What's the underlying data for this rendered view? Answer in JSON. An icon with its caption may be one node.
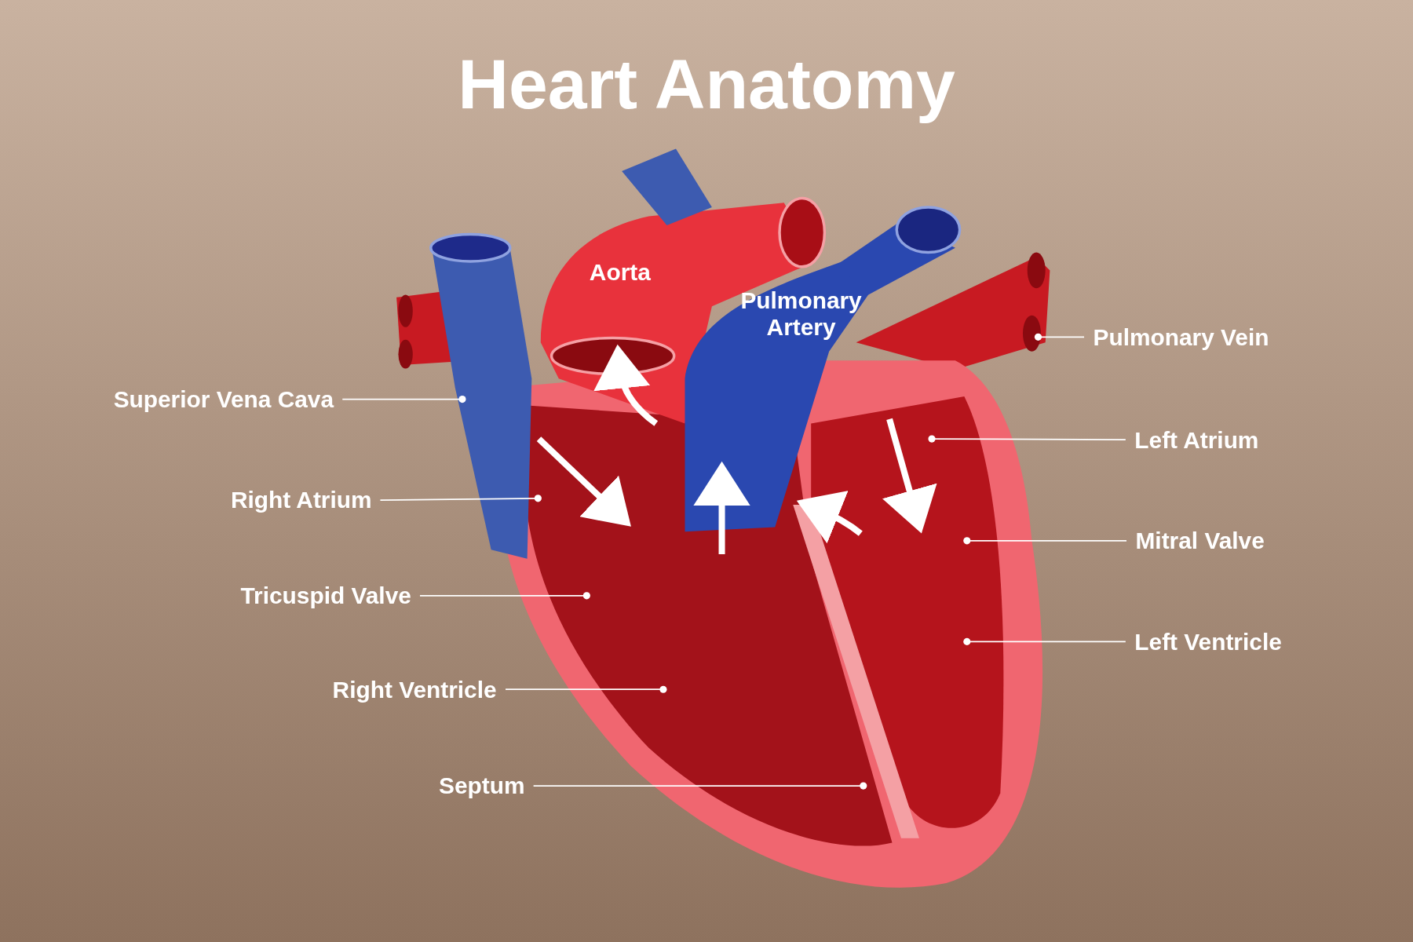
{
  "diagram": {
    "title": "Heart Anatomy",
    "nodes": [
      {
        "text": [
          "Superior Vena Cava"
        ]
      },
      {
        "text": [
          "Right Atrium"
        ]
      },
      {
        "text": [
          "Tricuspid Valve"
        ]
      },
      {
        "text": [
          "Right Ventricle"
        ]
      },
      {
        "text": [
          "Septum"
        ]
      },
      {
        "text": [
          "Pulmonary Vein"
        ]
      },
      {
        "text": [
          "Left Atrium"
        ]
      },
      {
        "text": [
          "Mitral Valve"
        ]
      },
      {
        "text": [
          "Left Ventricle"
        ]
      }
    ],
    "edges": [
      {
        "from": 0,
        "to": null,
        "arrow": "other"
      },
      {
        "from": 1,
        "to": null,
        "arrow": "other"
      },
      {
        "from": 2,
        "to": null,
        "arrow": "other"
      },
      {
        "from": 3,
        "to": null,
        "arrow": "other"
      },
      {
        "from": 4,
        "to": null,
        "arrow": "other"
      },
      {
        "from": 5,
        "to": null,
        "arrow": "other"
      },
      {
        "from": 6,
        "to": null,
        "arrow": "other"
      },
      {
        "from": 7,
        "to": null,
        "arrow": "other"
      },
      {
        "from": 8,
        "to": null,
        "arrow": "other"
      }
    ],
    "labels": [
      "Aorta",
      "Pulmonary Artery"
    ]
  }
}
